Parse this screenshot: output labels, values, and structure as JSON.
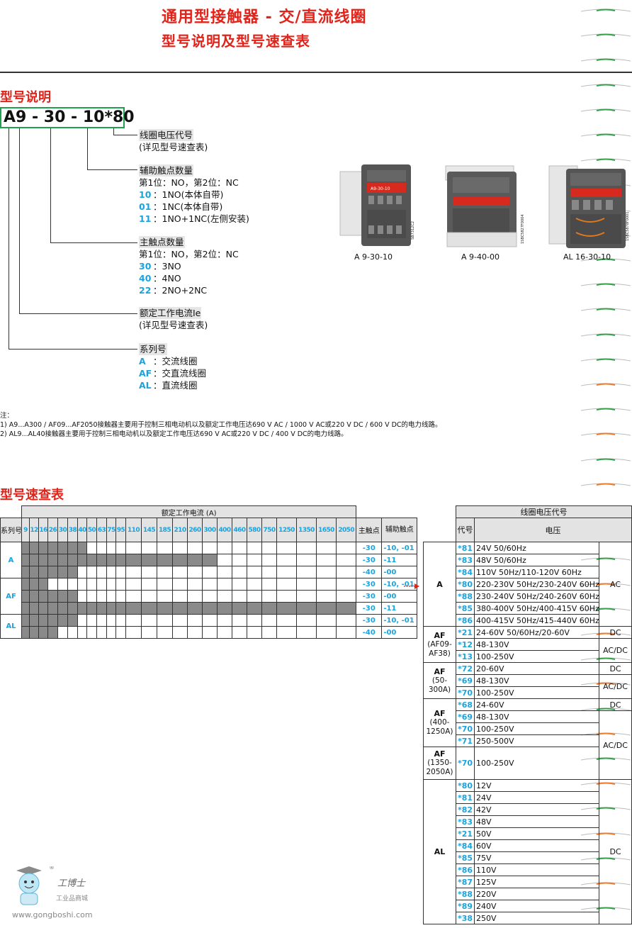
{
  "header": {
    "title": "通用型接触器 - 交/直流线圈",
    "subtitle": "型号说明及型号速查表"
  },
  "model_section": {
    "heading": "型号说明",
    "model_code": "A9 - 30 - 10*80",
    "blocks": [
      {
        "title": "线圈电压代号",
        "lines": [
          {
            "code": "",
            "text": "(详见型号速查表)"
          }
        ]
      },
      {
        "title": "辅助触点数量",
        "lines": [
          {
            "code": "",
            "text": "第1位：NO，第2位：NC"
          },
          {
            "code": "10",
            "text": "：1NO(本体自带)"
          },
          {
            "code": "01",
            "text": "：1NC(本体自带)"
          },
          {
            "code": "11",
            "text": "：1NO+1NC(左侧安装)"
          }
        ]
      },
      {
        "title": "主触点数量",
        "lines": [
          {
            "code": "",
            "text": "第1位：NO，第2位：NC"
          },
          {
            "code": "30",
            "text": "：3NO"
          },
          {
            "code": "40",
            "text": "：4NO"
          },
          {
            "code": "22",
            "text": "：2NO+2NC"
          }
        ]
      },
      {
        "title": "额定工作电流Ie",
        "lines": [
          {
            "code": "",
            "text": "(详见型号速查表)"
          }
        ]
      },
      {
        "title": "系列号",
        "lines": [
          {
            "code": "A",
            "text": "：交流线圈"
          },
          {
            "code": "AF",
            "text": "：交直流线圈"
          },
          {
            "code": "AL",
            "text": "：直流线圈"
          }
        ]
      }
    ]
  },
  "products": [
    {
      "caption": "A 9-30-10",
      "code": "SB7312C2",
      "label": "A9-30-10"
    },
    {
      "caption": "A 9-40-00",
      "code": "1SBC5827F0004"
    },
    {
      "caption": "AL 16-30-10",
      "code": "1SBC5878F0001"
    }
  ],
  "notes": {
    "label": "注：",
    "items": [
      "1) A9...A300 / AF09...AF2050接触器主要用于控制三相电动机以及额定工作电压达690 V AC / 1000 V AC或220 V DC / 600 V DC的电力线路。",
      "2) AL9...AL40接触器主要用于控制三相电动机以及额定工作电压达690 V AC或220 V DC / 400 V DC的电力线路。"
    ]
  },
  "quick_table": {
    "heading": "型号速查表",
    "current_header": "额定工作电流 (A)",
    "series_header": "系列号",
    "main_header": "主触点",
    "aux_header": "辅助触点",
    "currents": [
      "9",
      "12",
      "16",
      "26",
      "30",
      "38",
      "40",
      "50",
      "63",
      "75",
      "95",
      "110",
      "145",
      "185",
      "210",
      "260",
      "300",
      "400",
      "460",
      "580",
      "750",
      "1250",
      "1350",
      "1650",
      "2050"
    ],
    "groups": [
      {
        "series": "A",
        "rows": [
          {
            "filled": 7,
            "main": "-30",
            "aux": "-10, -01"
          },
          {
            "filled": 17,
            "main": "-30",
            "aux": "-11"
          },
          {
            "filled": 6,
            "main": "-40",
            "aux": "-00"
          }
        ]
      },
      {
        "series": "AF",
        "rows": [
          {
            "filled": 3,
            "main": "-30",
            "aux": "-10, -01"
          },
          {
            "filled": 6,
            "main": "-30",
            "aux": "-00"
          },
          {
            "filled": 25,
            "main": "-30",
            "aux": "-11"
          }
        ]
      },
      {
        "series": "AL",
        "rows": [
          {
            "filled": 6,
            "main": "-30",
            "aux": "-10, -01"
          },
          {
            "filled": 4,
            "main": "-40",
            "aux": "-00"
          }
        ]
      }
    ]
  },
  "voltage_table": {
    "title": "线圈电压代号",
    "code_header": "代号",
    "voltage_header": "电压",
    "groups": [
      {
        "series": "A",
        "sub": "",
        "rows": [
          {
            "code": "*81",
            "voltage": "24V 50/60Hz"
          },
          {
            "code": "*83",
            "voltage": "48V 50/60Hz"
          },
          {
            "code": "*84",
            "voltage": "110V 50Hz/110-120V 60Hz"
          },
          {
            "code": "*80",
            "voltage": "220-230V 50Hz/230-240V 60Hz"
          },
          {
            "code": "*88",
            "voltage": "230-240V 50Hz/240-260V 60Hz"
          },
          {
            "code": "*85",
            "voltage": "380-400V 50Hz/400-415V 60Hz"
          },
          {
            "code": "*86",
            "voltage": "400-415V 50Hz/415-440V 60Hz"
          }
        ]
      },
      {
        "series": "AF",
        "sub": "(AF09-AF38)",
        "rows": [
          {
            "code": "*21",
            "voltage": "24-60V 50/60Hz/20-60V"
          },
          {
            "code": "*12",
            "voltage": "48-130V"
          },
          {
            "code": "*13",
            "voltage": "100-250V"
          }
        ]
      },
      {
        "series": "AF",
        "sub": "(50-300A)",
        "rows": [
          {
            "code": "*72",
            "voltage": "20-60V"
          },
          {
            "code": "*69",
            "voltage": "48-130V"
          },
          {
            "code": "*70",
            "voltage": "100-250V"
          }
        ]
      },
      {
        "series": "AF",
        "sub": "(400-1250A)",
        "rows": [
          {
            "code": "*68",
            "voltage": "24-60V"
          },
          {
            "code": "*69",
            "voltage": "48-130V"
          },
          {
            "code": "*70",
            "voltage": "100-250V"
          },
          {
            "code": "*71",
            "voltage": "250-500V"
          }
        ]
      },
      {
        "series": "AF",
        "sub": "(1350-2050A)",
        "rows": [
          {
            "code": "*70",
            "voltage": "100-250V"
          }
        ]
      },
      {
        "series": "AL",
        "sub": "",
        "rows": [
          {
            "code": "*80",
            "voltage": "12V"
          },
          {
            "code": "*81",
            "voltage": "24V"
          },
          {
            "code": "*82",
            "voltage": "42V"
          },
          {
            "code": "*83",
            "voltage": "48V"
          },
          {
            "code": "*21",
            "voltage": "50V"
          },
          {
            "code": "*84",
            "voltage": "60V"
          },
          {
            "code": "*85",
            "voltage": "75V"
          },
          {
            "code": "*86",
            "voltage": "110V"
          },
          {
            "code": "*87",
            "voltage": "125V"
          },
          {
            "code": "*88",
            "voltage": "220V"
          },
          {
            "code": "*89",
            "voltage": "240V"
          },
          {
            "code": "*38",
            "voltage": "250V"
          }
        ]
      }
    ],
    "kinds": [
      "AC",
      "DC",
      "AC/DC",
      "DC",
      "AC/DC",
      "DC",
      "AC/DC",
      "DC"
    ]
  },
  "logo": {
    "name": "工博士",
    "tagline": "工业品商城",
    "url": "www.gongboshi.com",
    "registered": "®"
  },
  "colors": {
    "accent": "#e2231a",
    "code": "#1aa3dd",
    "box": "#20a050",
    "fill": "#8a8a8a"
  }
}
